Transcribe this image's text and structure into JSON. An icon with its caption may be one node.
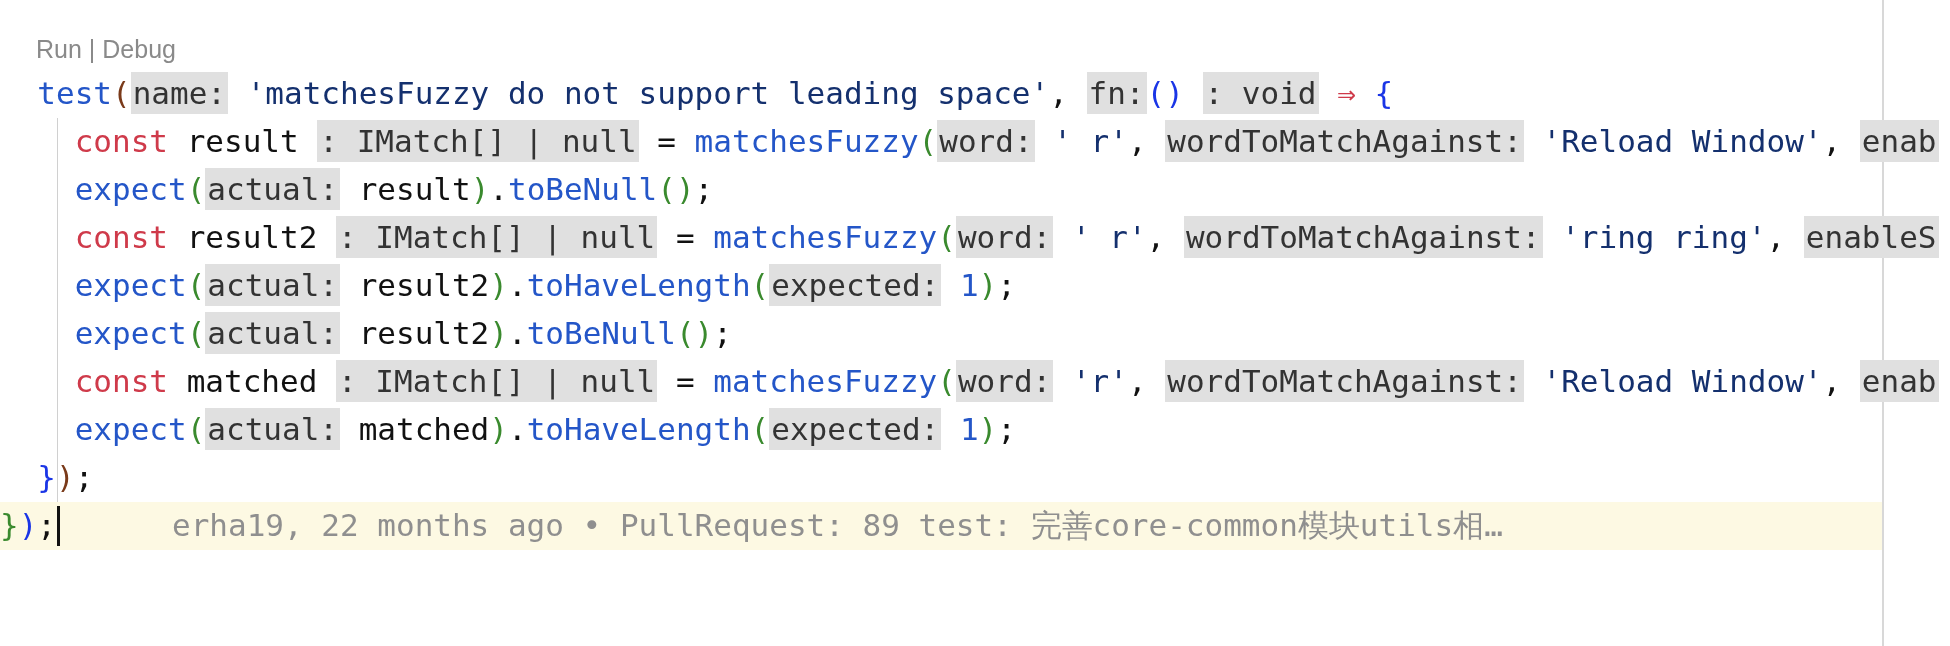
{
  "diagram": {
    "labels": [
      "Run",
      "|",
      "Debug",
      "test",
      "(",
      "name:",
      "'matchesFuzzy do not support leading space'",
      ",",
      "fn:",
      "()",
      ": void",
      "⇒",
      "{",
      "const",
      "result",
      ": IMatch[] | null",
      "=",
      "matchesFuzzy",
      "(",
      "word:",
      "' r'",
      ",",
      "wordToMatchAgainst:",
      "'Reload Window'",
      ",",
      "enab",
      "expect",
      "(",
      "actual:",
      "result",
      ")",
      ".",
      "toBeNull",
      "()",
      ";",
      "const",
      "result2",
      ": IMatch[] | null",
      "=",
      "matchesFuzzy",
      "(",
      "word:",
      "' r'",
      ",",
      "wordToMatchAgainst:",
      "'ring ring'",
      ",",
      "enableS",
      "expect",
      "(",
      "actual:",
      "result2",
      ")",
      ".",
      "toHaveLength",
      "(",
      "expected:",
      "1",
      ")",
      ";",
      "expect",
      "(",
      "actual:",
      "result2",
      ")",
      ".",
      "toBeNull",
      "()",
      ";",
      "const",
      "matched",
      ": IMatch[] | null",
      "=",
      "matchesFuzzy",
      "(",
      "word:",
      "'r'",
      ",",
      "wordToMatchAgainst:",
      "'Reload Window'",
      ",",
      "enab",
      "expect",
      "(",
      "actual:",
      "matched",
      ")",
      ".",
      "toHaveLength",
      "(",
      "expected:",
      "1",
      ")",
      ";",
      "}",
      ")",
      ";",
      "}",
      ")",
      ";",
      "erha19, 22 months ago • PullRequest: 89 test: 完善core-common模块utils相…"
    ]
  }
}
